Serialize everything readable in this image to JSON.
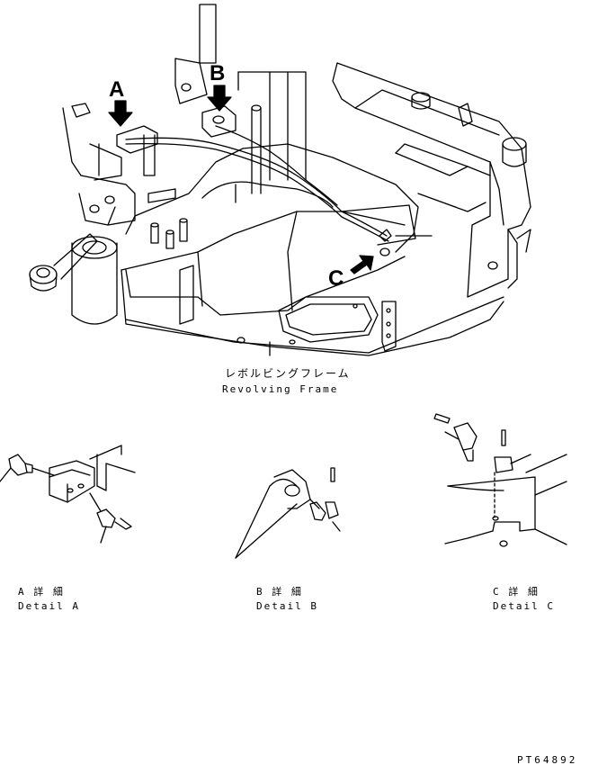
{
  "main_caption": {
    "jp": "レボルビングフレーム",
    "en": "Revolving Frame"
  },
  "callouts": {
    "a": "A",
    "b": "B",
    "c": "C"
  },
  "details": [
    {
      "jp": "A 詳 細",
      "en": "Detail A"
    },
    {
      "jp": "B 詳 細",
      "en": "Detail B"
    },
    {
      "jp": "C 詳 細",
      "en": "Detail C"
    }
  ],
  "drawing_code": "PT64892",
  "colors": {
    "line": "#000000",
    "background": "#ffffff"
  }
}
